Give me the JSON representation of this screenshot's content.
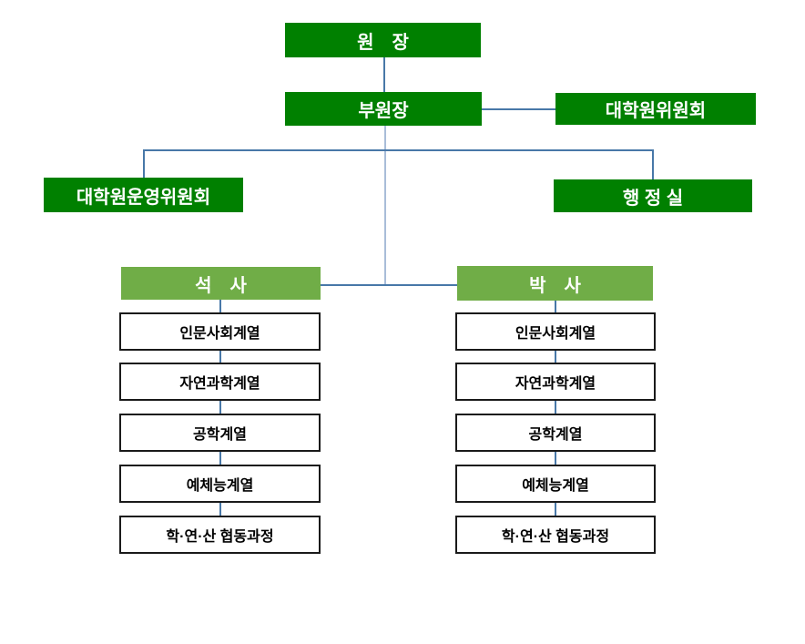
{
  "colors": {
    "dark_green": "#008000",
    "light_green": "#70AD47",
    "line_blue": "#4878A8",
    "line_light": "#A9BDD9",
    "box_border": "#1A1A1A",
    "text_on_green": "#FFFFFF",
    "text_on_white": "#000000"
  },
  "org": {
    "director": "원　장",
    "vice_director": "부원장",
    "graduate_committee": "대학원위원회",
    "steering_committee": "대학원운영위원회",
    "admin_office": "행 정 실",
    "masters": {
      "label": "석　사",
      "items": [
        "인문사회계열",
        "자연과학계열",
        "공학계열",
        "예체능계열",
        "학·연·산 협동과정"
      ]
    },
    "doctoral": {
      "label": "박　사",
      "items": [
        "인문사회계열",
        "자연과학계열",
        "공학계열",
        "예체능계열",
        "학·연·산 협동과정"
      ]
    }
  }
}
